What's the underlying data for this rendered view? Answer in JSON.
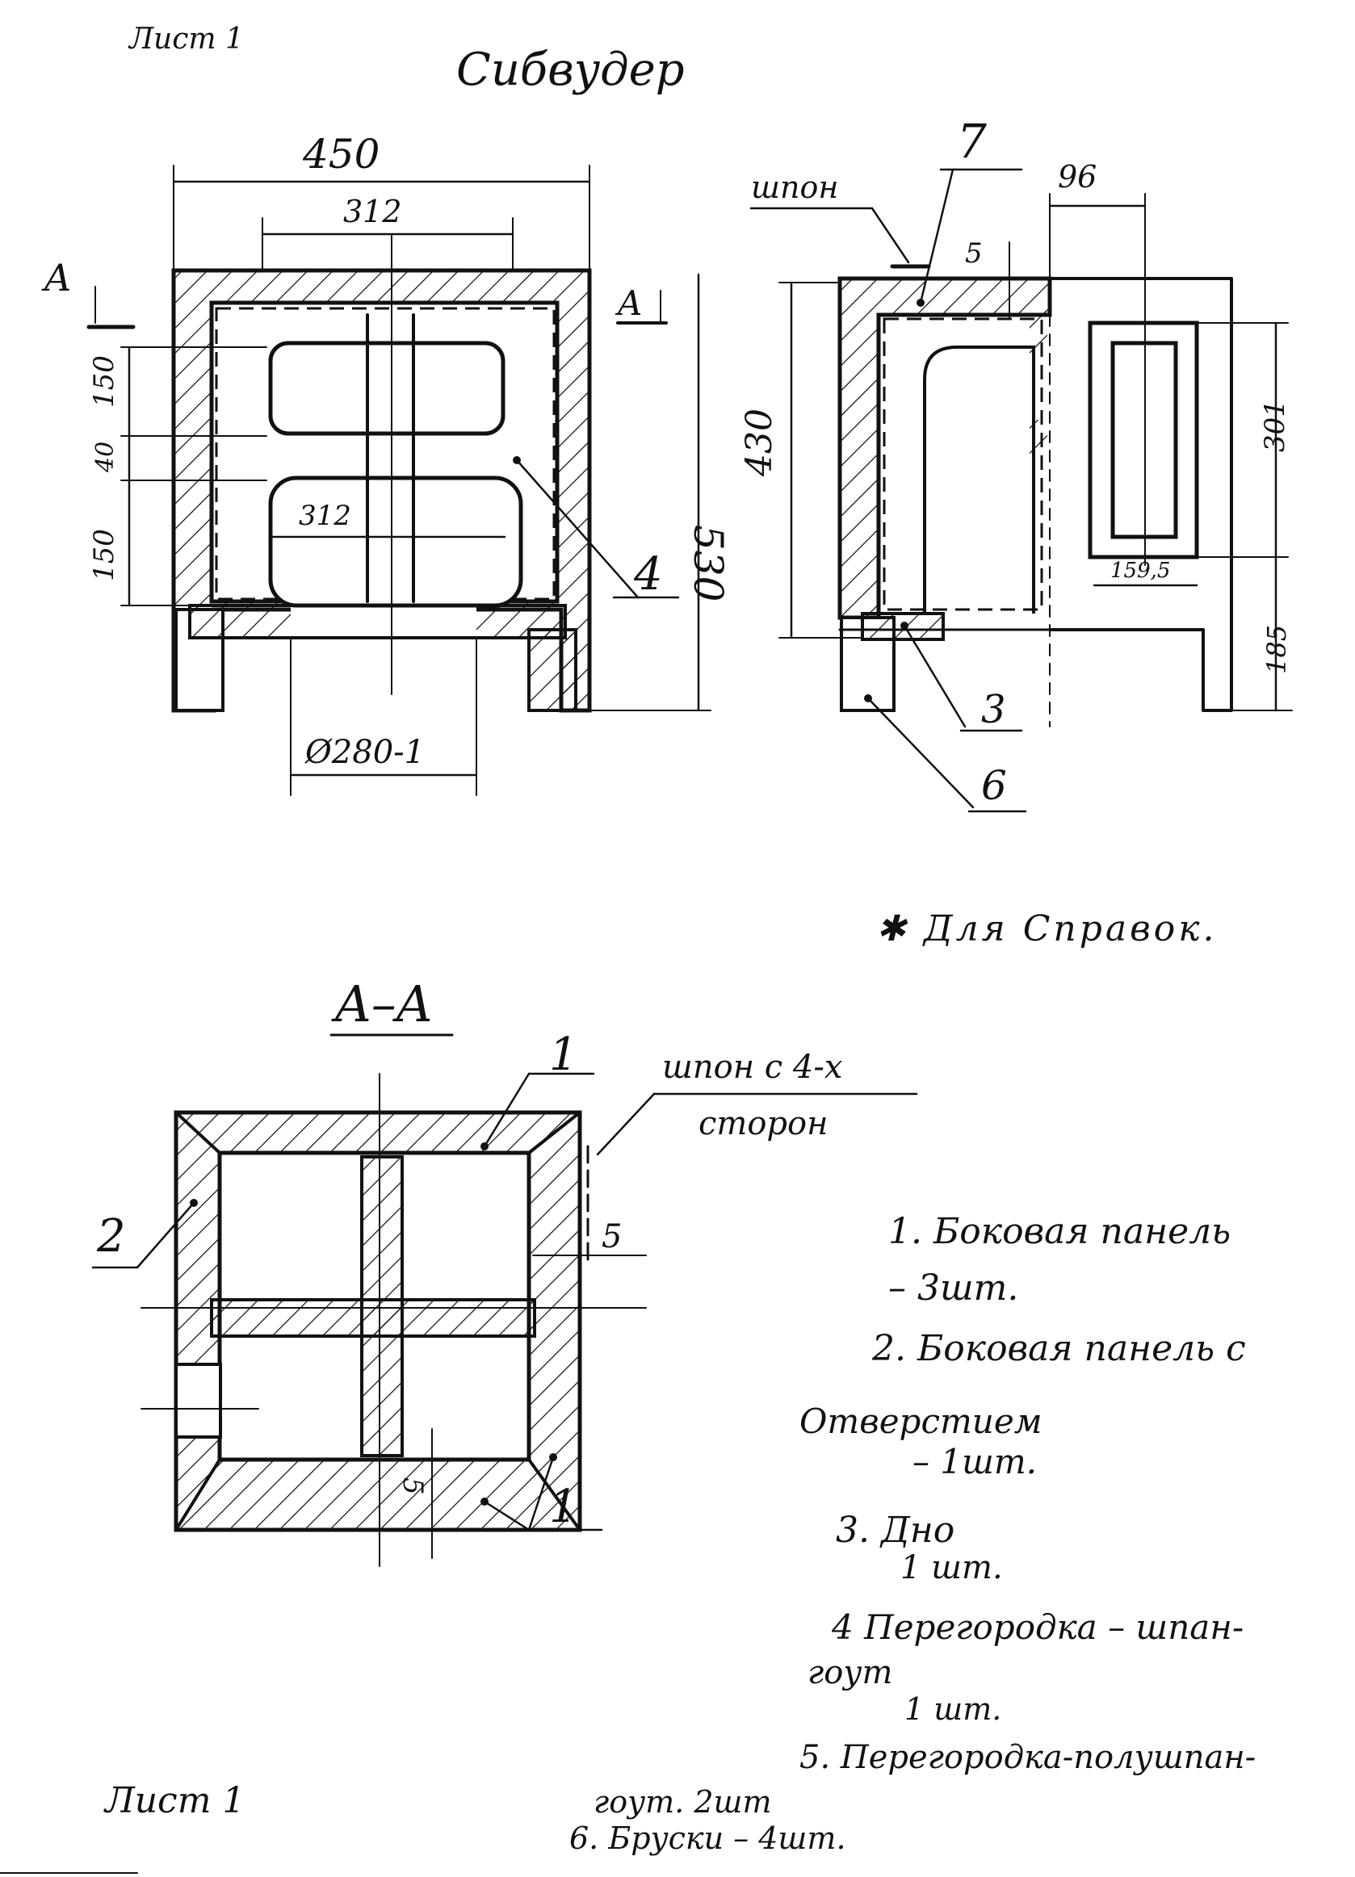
{
  "sheet_label_top": "Лист 1",
  "title": "Сибвудер",
  "front_view": {
    "dim_width": "450",
    "dim_inner_width": "312",
    "dim_door_width": "312",
    "dim_height": "530",
    "dim_top_opening": "150",
    "dim_middle": "40",
    "dim_bottom_opening": "150",
    "dim_diameter": "Ø280-1",
    "label_section": "A",
    "leader_4": "4"
  },
  "side_view": {
    "label_veneer": "шпон",
    "leader_7": "7",
    "dim_96": "96",
    "dim_5": "5",
    "dim_430": "430",
    "dim_301": "301",
    "dim_159": "159,5",
    "dim_185": "185",
    "leader_3": "3",
    "leader_6": "6"
  },
  "reference_note": "✱ Для Справок.",
  "section_view": {
    "title": "A–A",
    "veneer_note_line1": "шпон с 4-х",
    "veneer_note_line2": "сторон",
    "leader_1_top": "1",
    "leader_2": "2",
    "leader_1_bottom": "1",
    "dim_5_right": "5",
    "dim_5_bottom": "5"
  },
  "parts_list": [
    "1. Боковая панель",
    "– 3шт.",
    "2. Боковая панель с",
    "Отверстием",
    "– 1шт.",
    "3. Дно",
    "1 шт.",
    "4 Перегородка – шпан-",
    "гоут",
    "1 шт.",
    "5. Перегородка-полушпан-",
    "гоут. 2шт",
    "6. Бруски – 4шт."
  ],
  "sheet_label_bottom": "Лист 1"
}
